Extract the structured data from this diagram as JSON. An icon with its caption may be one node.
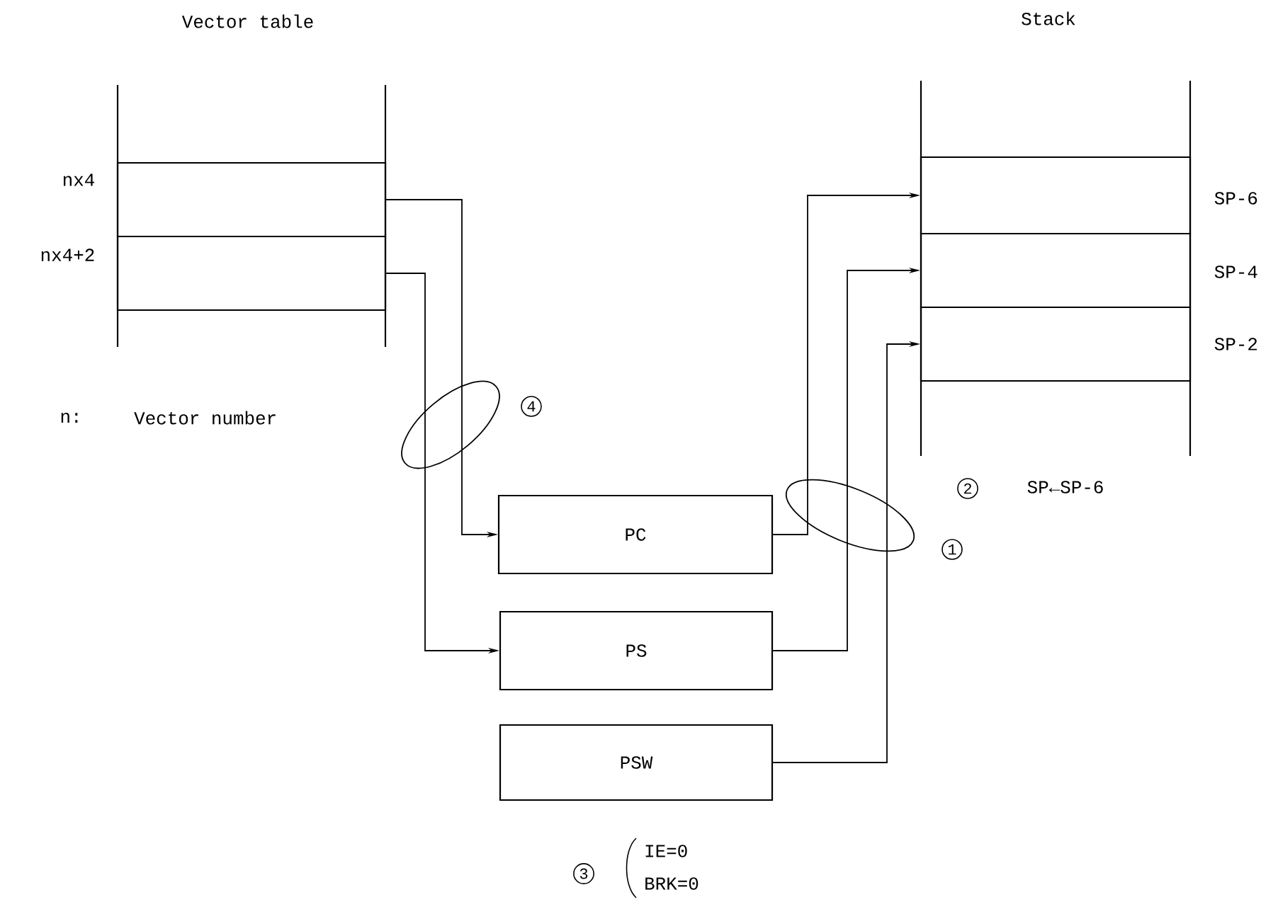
{
  "diagram": {
    "nodes": [
      {
        "text": [
          "Vector table"
        ]
      },
      {
        "text": [],
        "shape": "box",
        "in": 0,
        "beside": [
          "nx4"
        ]
      },
      {
        "text": [],
        "shape": "box",
        "in": 0,
        "beside": [
          "nx4+2"
        ]
      },
      {
        "text": [
          "Stack"
        ]
      },
      {
        "text": [],
        "shape": "box",
        "in": 3,
        "beside": [
          "SP-6"
        ]
      },
      {
        "text": [],
        "shape": "box",
        "in": 3,
        "beside": [
          "SP-4"
        ]
      },
      {
        "text": [],
        "shape": "box",
        "in": 3,
        "beside": [
          "SP-2"
        ]
      },
      {
        "text": [
          "PC"
        ]
      },
      {
        "text": [
          "PS"
        ]
      },
      {
        "text": [
          "PSW"
        ]
      }
    ],
    "edges": [
      {
        "from": 1,
        "to": 7,
        "arrow": "to"
      },
      {
        "from": 2,
        "to": 8,
        "arrow": "to"
      },
      {
        "from": 7,
        "to": 4,
        "arrow": "to"
      },
      {
        "from": 8,
        "to": 5,
        "arrow": "to"
      },
      {
        "from": 9,
        "to": 6,
        "arrow": "to"
      }
    ],
    "labels": [
      "n:",
      "Vector number",
      "4",
      "2",
      "SP←SP-6",
      "1",
      "3",
      "IE=0",
      "BRK=0"
    ]
  }
}
